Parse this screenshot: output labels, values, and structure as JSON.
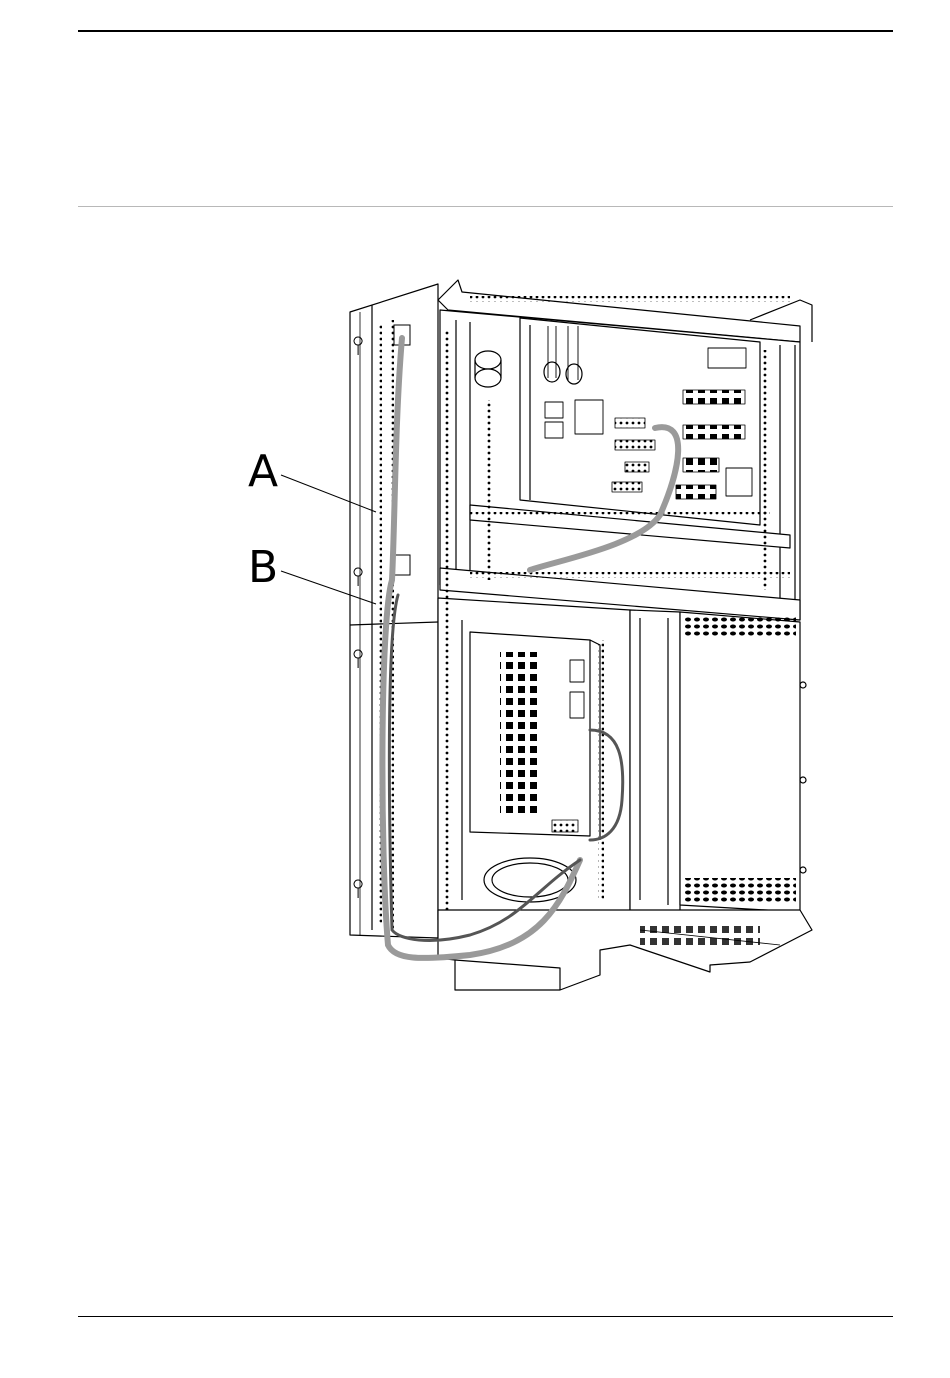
{
  "callouts": {
    "a": "A",
    "b": "B"
  },
  "colors": {
    "line": "#000000",
    "cable": "#9a9a9a",
    "rule_light": "#b8b8b8"
  },
  "icons": [
    "cabinet-illustration"
  ]
}
